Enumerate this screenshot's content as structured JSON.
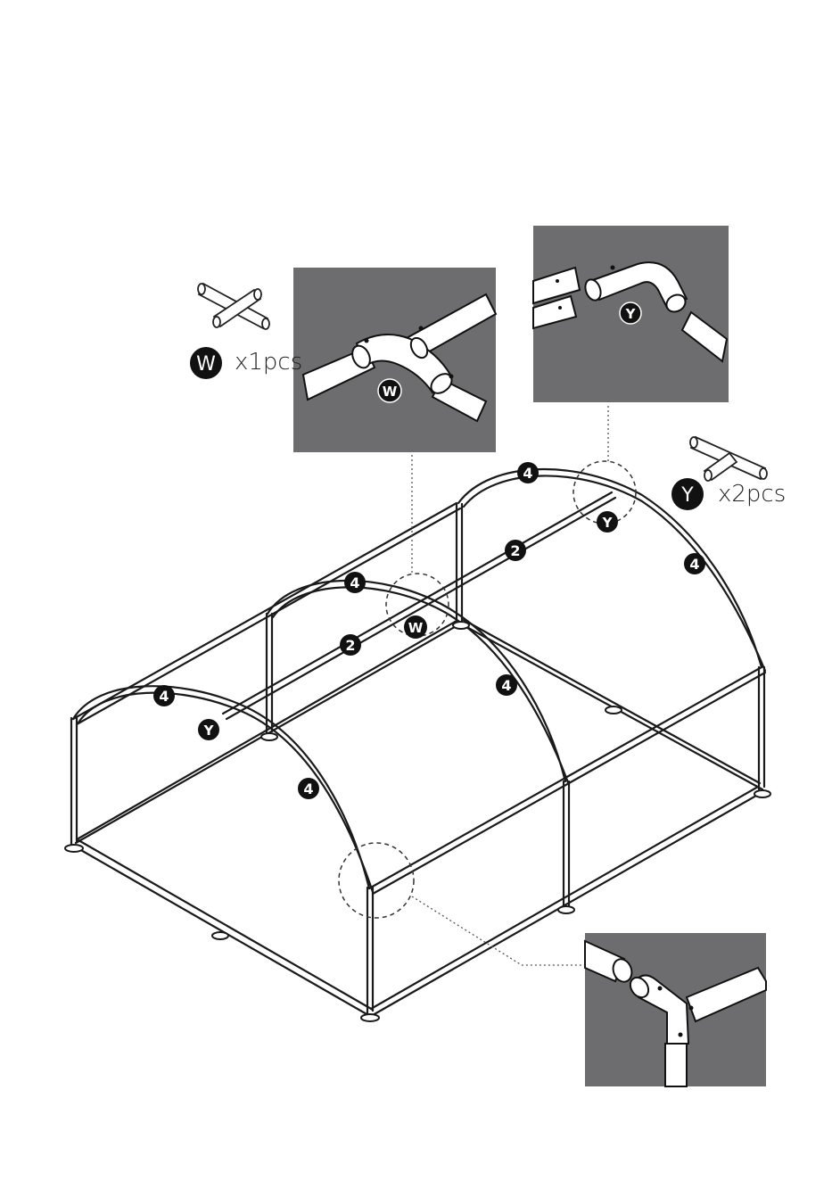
{
  "colors": {
    "background": "#ffffff",
    "frame": "#1a1a1a",
    "pipe_fill": "#ffffff",
    "inset_bg": "#6d6d70",
    "badge": "#111111"
  },
  "legend": {
    "w": {
      "letter": "W",
      "qty": "x1pcs",
      "icon": "cross-connector-icon"
    },
    "y": {
      "letter": "Y",
      "qty": "x2pcs",
      "icon": "tee-connector-icon"
    }
  },
  "insets": {
    "w_detail": {
      "badge": "W"
    },
    "y_detail": {
      "badge": "Y"
    },
    "corner_detail": {}
  },
  "frame_labels": {
    "top_arch_back": "4",
    "top_arch_back_right": "4",
    "mid_arch_top": "4",
    "mid_arch_right": "4",
    "front_arch_top": "4",
    "front_arch_right": "4",
    "ridge_back": "2",
    "ridge_front": "2",
    "conn_y_back": "Y",
    "conn_w_mid": "W",
    "conn_y_front": "Y"
  }
}
